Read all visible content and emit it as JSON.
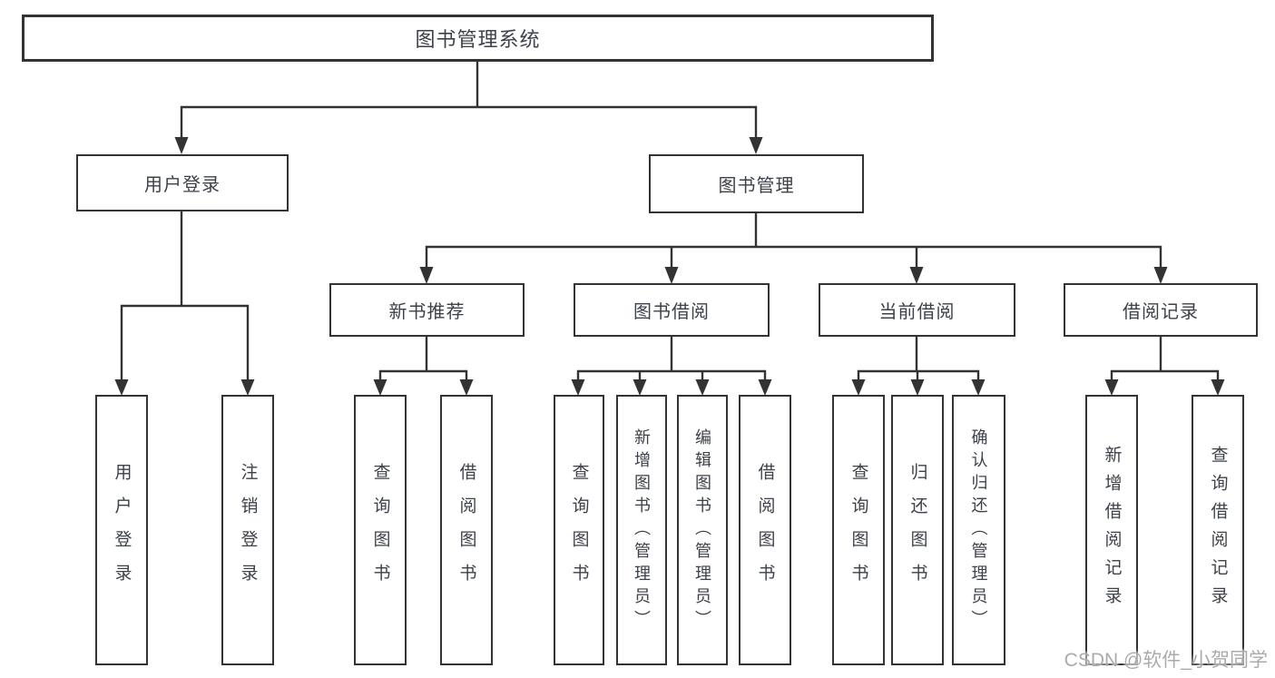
{
  "colors": {
    "line": "#333333",
    "box_border": "#333333",
    "text": "#3d4149",
    "watermark": "#a9abad",
    "background": "#ffffff"
  },
  "diagram": {
    "root": {
      "label": "图书管理系统"
    },
    "level2": [
      {
        "label": "用户登录"
      },
      {
        "label": "图书管理"
      }
    ],
    "level3": [
      {
        "label": "新书推荐",
        "parent": "图书管理"
      },
      {
        "label": "图书借阅",
        "parent": "图书管理"
      },
      {
        "label": "当前借阅",
        "parent": "图书管理"
      },
      {
        "label": "借阅记录",
        "parent": "图书管理"
      }
    ],
    "leaves": [
      {
        "label": "用户登录",
        "parent": "用户登录"
      },
      {
        "label": "注销登录",
        "parent": "用户登录"
      },
      {
        "label": "查询图书",
        "parent": "新书推荐"
      },
      {
        "label": "借阅图书",
        "parent": "新书推荐"
      },
      {
        "label": "查询图书",
        "parent": "图书借阅"
      },
      {
        "label": "新增图书（管理员）",
        "parent": "图书借阅"
      },
      {
        "label": "编辑图书（管理员）",
        "parent": "图书借阅"
      },
      {
        "label": "借阅图书",
        "parent": "图书借阅"
      },
      {
        "label": "查询图书",
        "parent": "当前借阅"
      },
      {
        "label": "归还图书",
        "parent": "当前借阅"
      },
      {
        "label": "确认归还（管理员）",
        "parent": "当前借阅"
      },
      {
        "label": "新增借阅记录",
        "parent": "借阅记录"
      },
      {
        "label": "查询借阅记录",
        "parent": "借阅记录"
      }
    ]
  },
  "watermark": {
    "text": "CSDN @软件_小贺同学"
  }
}
